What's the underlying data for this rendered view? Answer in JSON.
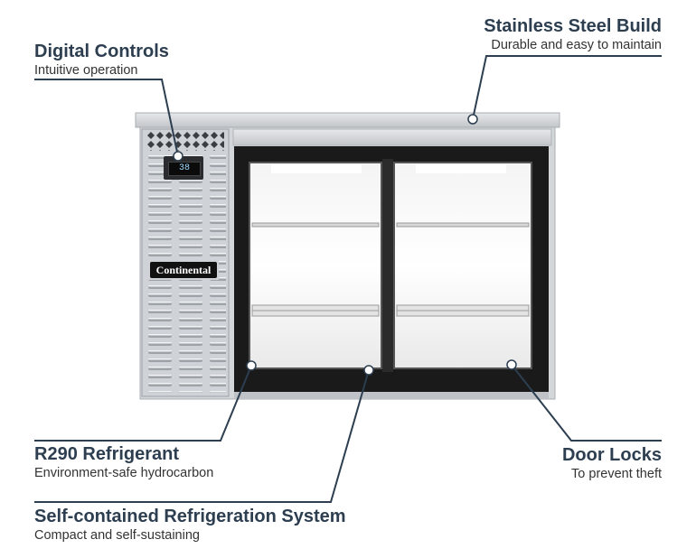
{
  "features": {
    "digital_controls": {
      "title": "Digital Controls",
      "subtitle": "Intuitive operation"
    },
    "stainless_steel": {
      "title": "Stainless Steel Build",
      "subtitle": "Durable and easy to maintain"
    },
    "refrigerant": {
      "title": "R290 Refrigerant",
      "subtitle": "Environment-safe hydrocarbon"
    },
    "door_locks": {
      "title": "Door Locks",
      "subtitle": "To prevent theft"
    },
    "refrigeration_system": {
      "title": "Self-contained Refrigeration System",
      "subtitle": "Compact and self-sustaining"
    }
  },
  "product": {
    "brand": "Continental",
    "display_reading": "38"
  },
  "colors": {
    "heading": "#2c3e50",
    "callout_line": "#2c3e50",
    "steel": "#c9ccd0",
    "frame": "#1a1a1a"
  }
}
